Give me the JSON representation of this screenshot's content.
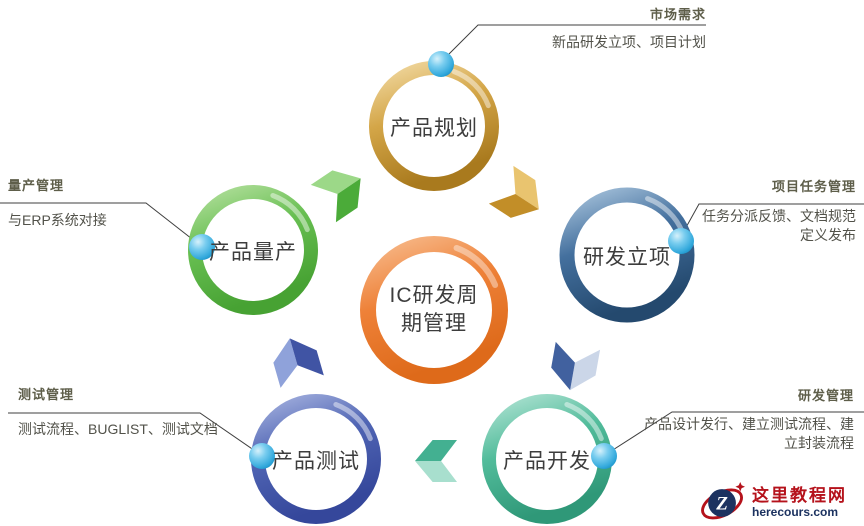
{
  "diagram": {
    "center_node": {
      "id": "ic-rd-lifecycle",
      "label": [
        "IC研发周",
        "期管理"
      ],
      "color": "#EE8138"
    },
    "nodes": [
      {
        "id": "product-planning",
        "label": "产品规划",
        "color": "#D4A648",
        "callout": {
          "title": "市场需求",
          "lines": [
            "新品研发立项、项目计划"
          ]
        }
      },
      {
        "id": "rd-project-initiation",
        "label": "研发立项",
        "color": "#44709E",
        "callout": {
          "title": "项目任务管理",
          "lines": [
            "任务分派反馈、文档规范",
            "定义发布"
          ]
        }
      },
      {
        "id": "product-development",
        "label": "产品开发",
        "color": "#52BC9B",
        "callout": {
          "title": "研发管理",
          "lines": [
            "产品设计发行、建立测试流程、建",
            "立封装流程"
          ]
        }
      },
      {
        "id": "product-testing",
        "label": "产品测试",
        "color": "#5065B4",
        "callout": {
          "title": "测试管理",
          "lines": [
            "测试流程、BUGLIST、测试文档"
          ]
        }
      },
      {
        "id": "product-mass-production",
        "label": "产品量产",
        "color": "#68BF52",
        "callout": {
          "title": "量产管理",
          "lines": [
            "与ERP系统对接"
          ]
        }
      }
    ],
    "flow_direction": "clockwise",
    "connector_dot_color": "#33A9DC",
    "connector_line_color": "#3F3F3F",
    "label_text_color": "#3D3D3D",
    "callout_text_color": "#52524A"
  },
  "watermark": {
    "site_name": "这里教程网",
    "site_domain": "herecours.com",
    "logo_letter": "Z",
    "logo_red": "#B5121B",
    "logo_navy": "#1C3260"
  }
}
